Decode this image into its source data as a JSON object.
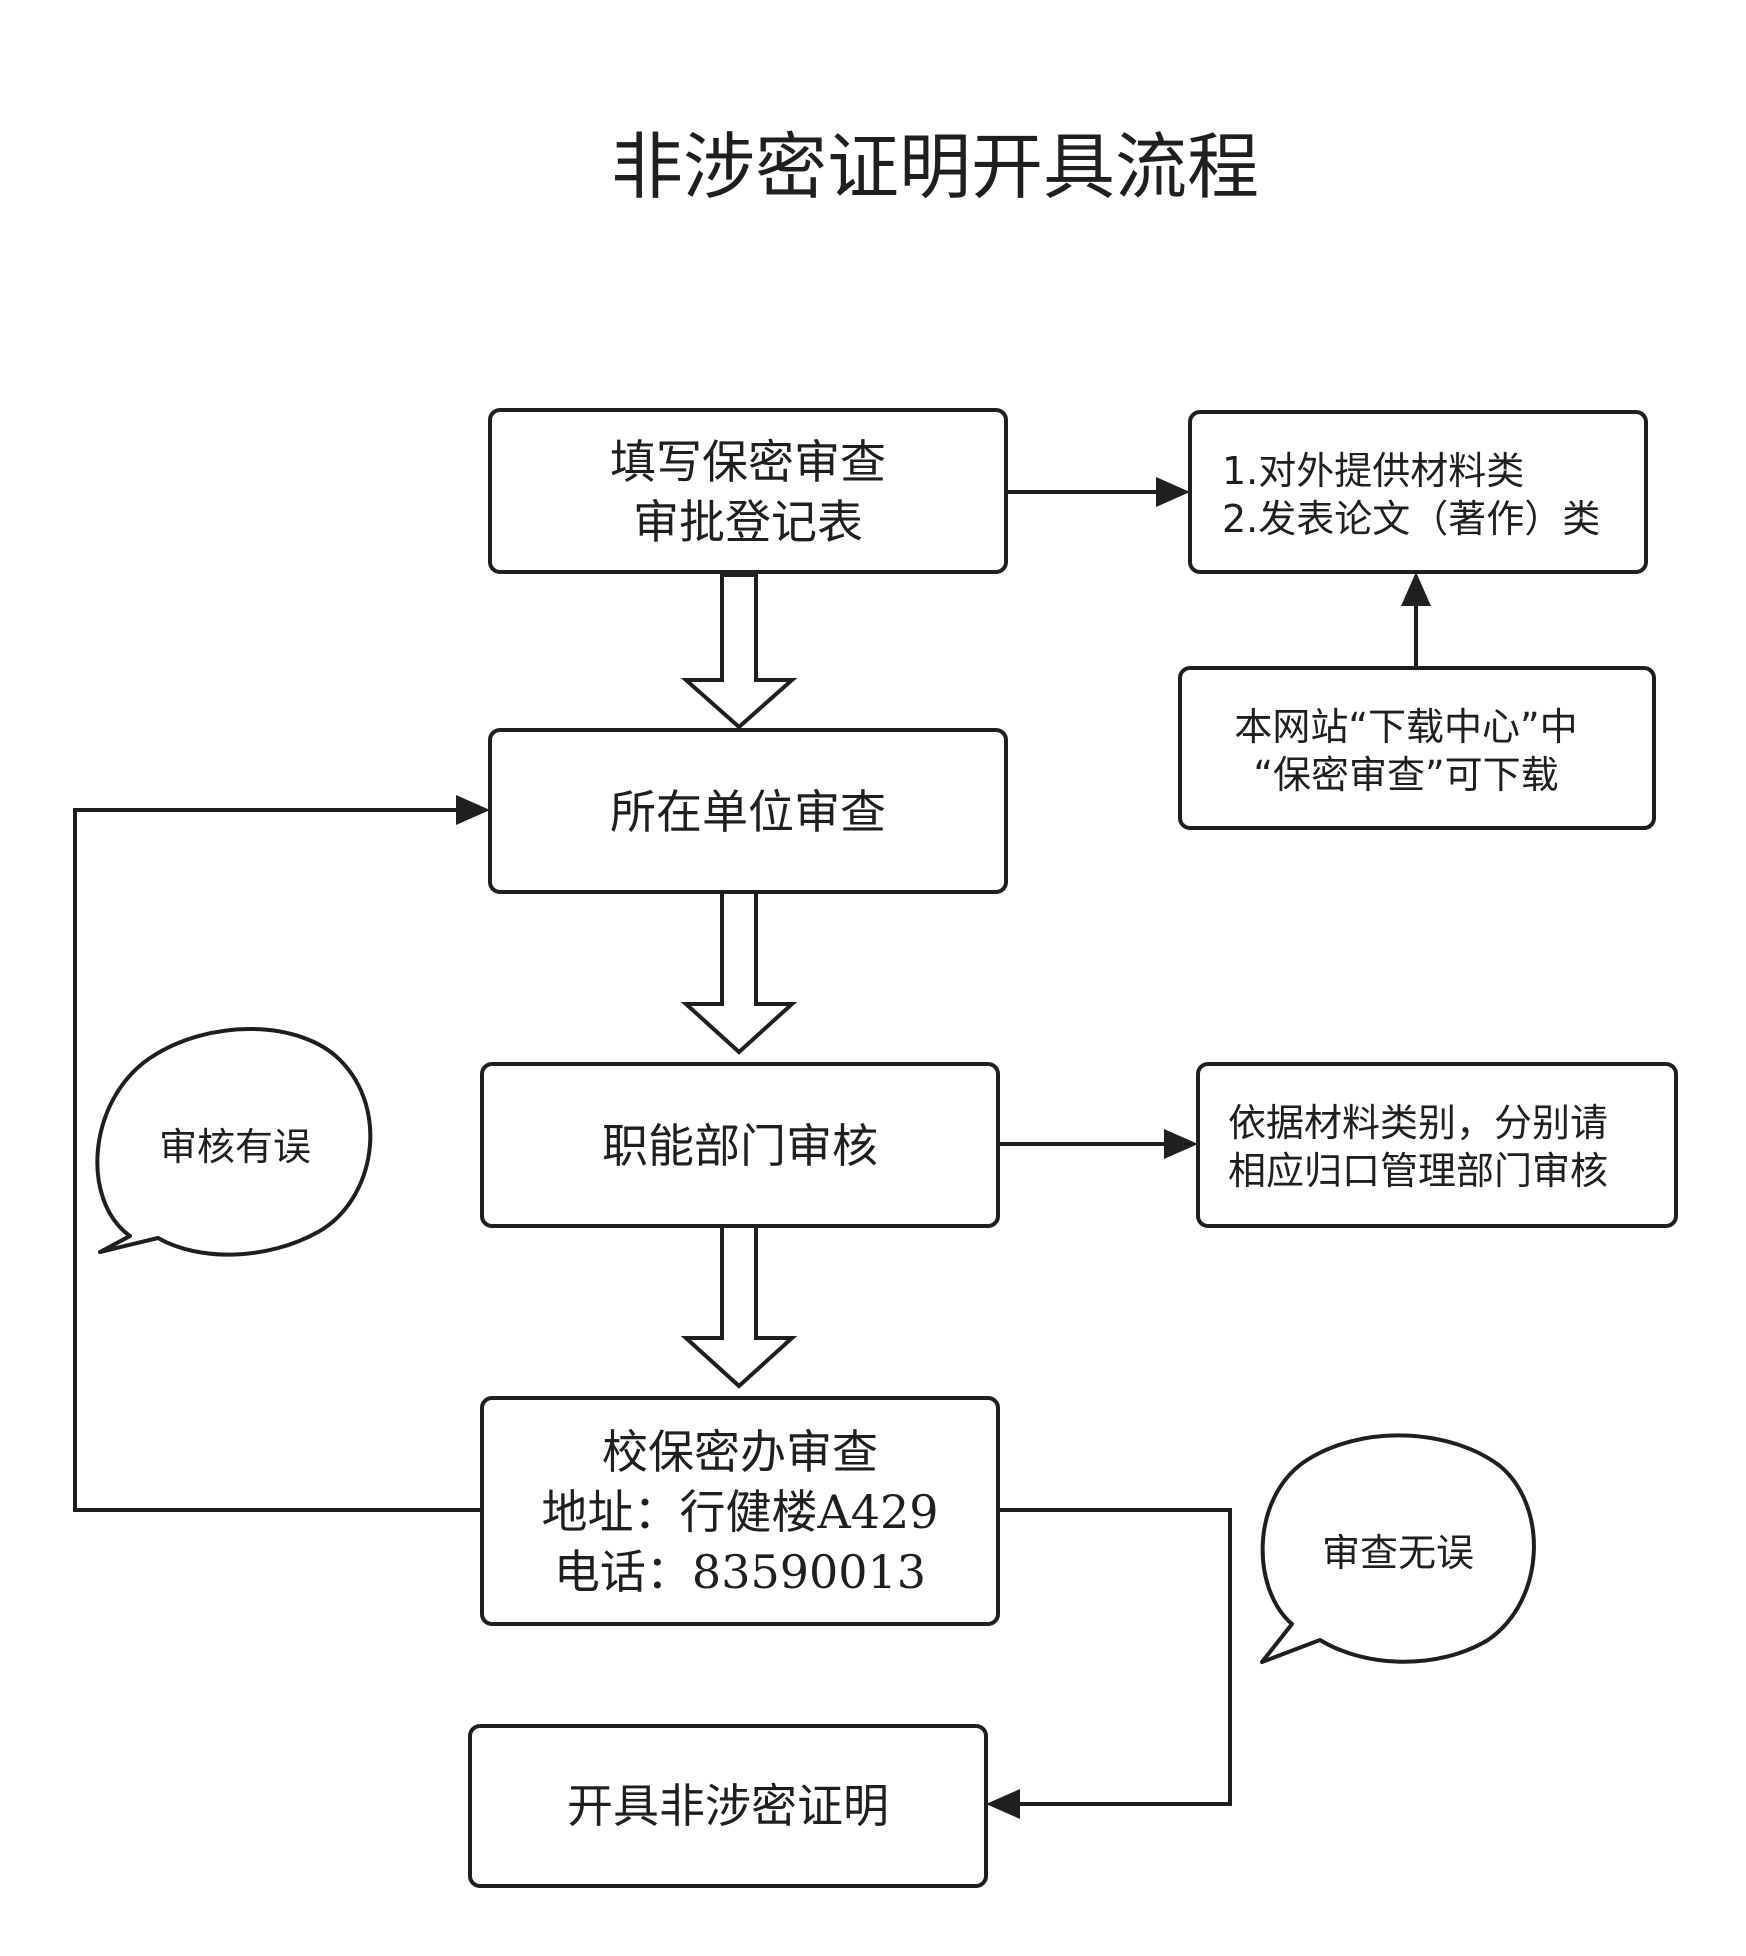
{
  "title": "非涉密证明开具流程",
  "steps": {
    "fill_form": {
      "line1": "填写保密审查",
      "line2": "审批登记表"
    },
    "unit_review": {
      "label": "所在单位审查"
    },
    "dept_review": {
      "label": "职能部门审核"
    },
    "secrecy_office": {
      "line1": "校保密办审查",
      "line2": "地址：行健楼A429",
      "line3": "电话：83590013"
    },
    "issue_cert": {
      "label": "开具非涉密证明"
    }
  },
  "notes": {
    "material_types": {
      "line1": "1.对外提供材料类",
      "line2": "2.发表论文（著作）类"
    },
    "download": {
      "line1": "本网站“下载中心”中",
      "line2": "“保密审查”可下载"
    },
    "dept_routing": {
      "line1": "依据材料类别，分别请",
      "line2": "相应归口管理部门审核"
    }
  },
  "callouts": {
    "review_error": "审核有误",
    "review_ok": "审查无误"
  },
  "colors": {
    "stroke": "#1f1f1f",
    "background": "#ffffff"
  }
}
